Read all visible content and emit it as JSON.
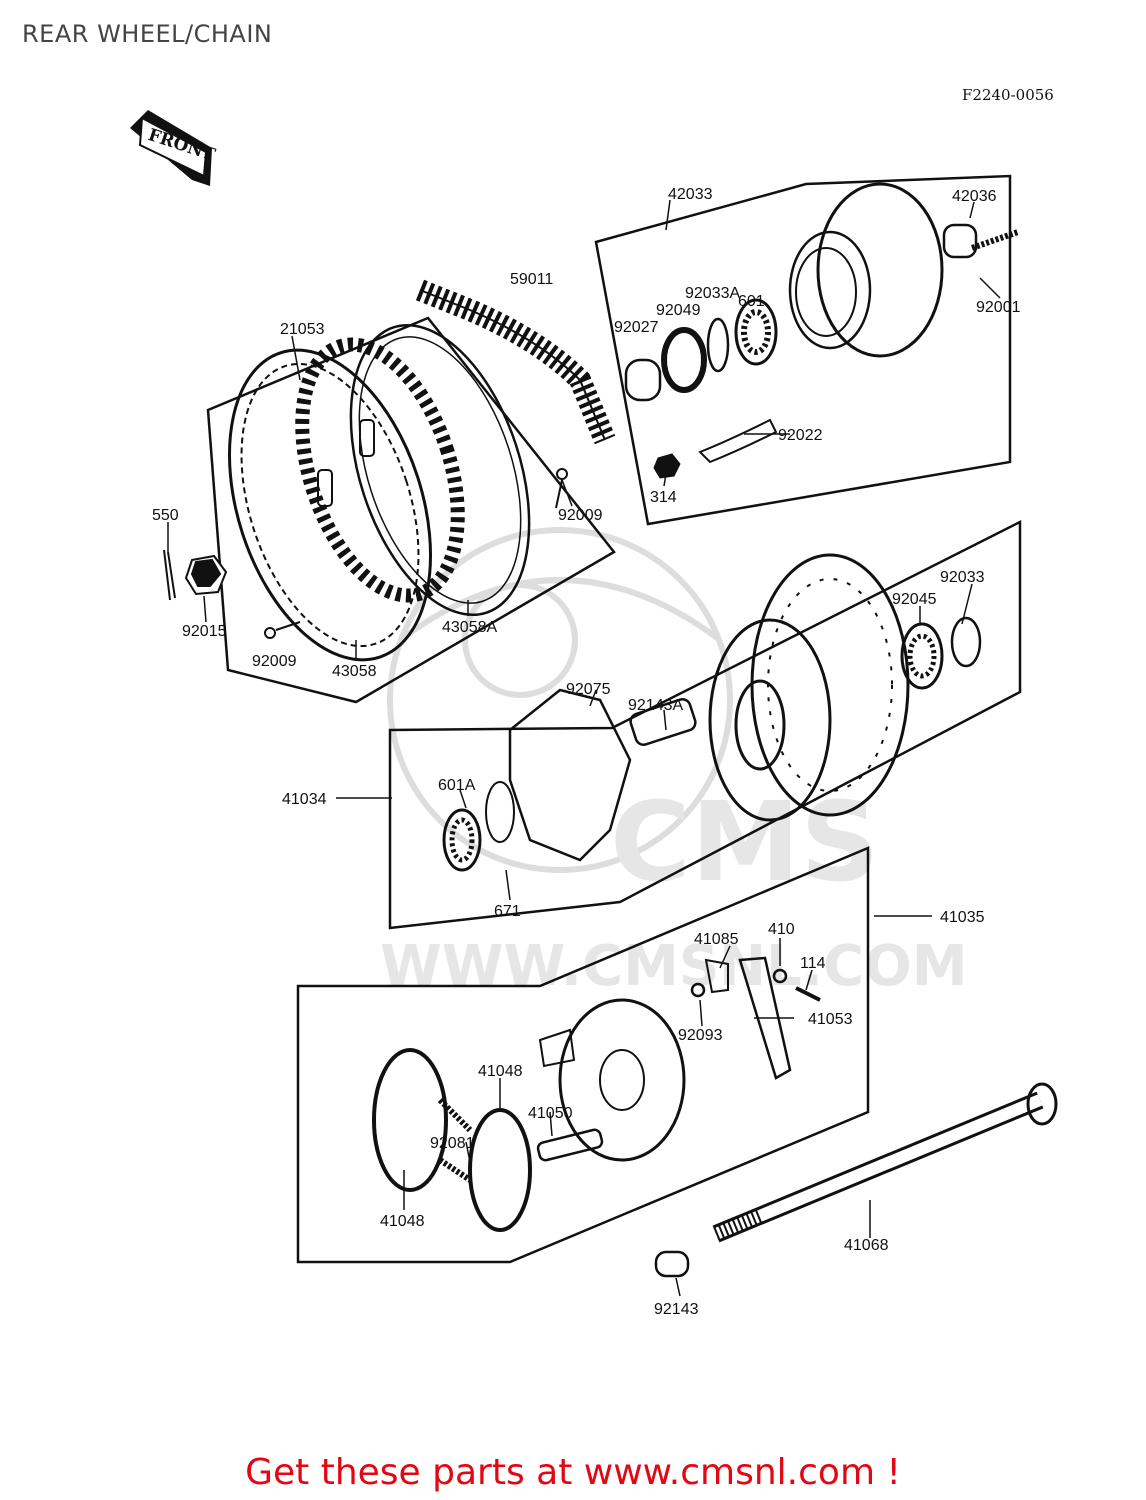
{
  "header": {
    "title": "REAR WHEEL/CHAIN",
    "diagram_code": "F2240-0056",
    "front_label": "FRONT"
  },
  "watermark": {
    "brand": "CMS",
    "url": "WWW.CMSNL.COM"
  },
  "footer": {
    "cta_text": "Get these parts at www.cmsnl.com !",
    "cta_color": "#e30613"
  },
  "colors": {
    "line": "#111111",
    "watermark": "#dddddd"
  },
  "part_labels": [
    {
      "id": "42033",
      "text": "42033"
    },
    {
      "id": "42036",
      "text": "42036"
    },
    {
      "id": "59011",
      "text": "59011"
    },
    {
      "id": "601",
      "text": "601"
    },
    {
      "id": "92033A",
      "text": "92033A"
    },
    {
      "id": "92049",
      "text": "92049"
    },
    {
      "id": "92027",
      "text": "92027"
    },
    {
      "id": "92001",
      "text": "92001"
    },
    {
      "id": "21053",
      "text": "21053"
    },
    {
      "id": "92022",
      "text": "92022"
    },
    {
      "id": "314",
      "text": "314"
    },
    {
      "id": "92009a",
      "text": "92009"
    },
    {
      "id": "550",
      "text": "550"
    },
    {
      "id": "92015",
      "text": "92015"
    },
    {
      "id": "43058A",
      "text": "43058A"
    },
    {
      "id": "92009b",
      "text": "92009"
    },
    {
      "id": "43058",
      "text": "43058"
    },
    {
      "id": "92033",
      "text": "92033"
    },
    {
      "id": "92045",
      "text": "92045"
    },
    {
      "id": "92075",
      "text": "92075"
    },
    {
      "id": "92143A",
      "text": "92143A"
    },
    {
      "id": "41034",
      "text": "41034"
    },
    {
      "id": "601A",
      "text": "601A"
    },
    {
      "id": "671",
      "text": "671"
    },
    {
      "id": "41035",
      "text": "41035"
    },
    {
      "id": "41085",
      "text": "41085"
    },
    {
      "id": "410",
      "text": "410"
    },
    {
      "id": "114",
      "text": "114"
    },
    {
      "id": "41053",
      "text": "41053"
    },
    {
      "id": "92093",
      "text": "92093"
    },
    {
      "id": "41048a",
      "text": "41048"
    },
    {
      "id": "41050",
      "text": "41050"
    },
    {
      "id": "92081",
      "text": "92081"
    },
    {
      "id": "41048b",
      "text": "41048"
    },
    {
      "id": "41068",
      "text": "41068"
    },
    {
      "id": "92143",
      "text": "92143"
    }
  ]
}
